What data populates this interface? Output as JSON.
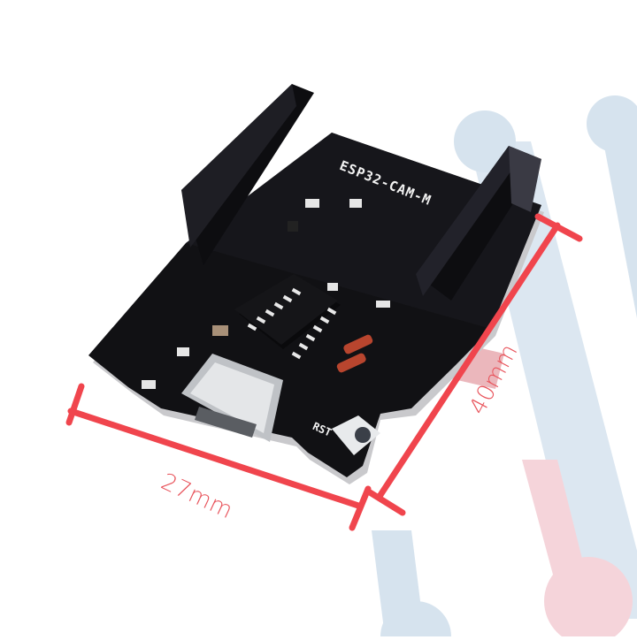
{
  "photo": {
    "subject": "ESP32-CAM-MB programmer board",
    "board": {
      "silkscreen_title": "ESP32-CAM-M",
      "button_label": "RST",
      "board_color": "#111114",
      "components": [
        "female pin headers x2",
        "SOIC-16 USB-serial IC",
        "micro-USB connector",
        "2 glass diodes",
        "SMD capacitors/resistors",
        "RST button"
      ]
    },
    "dimensions": {
      "width_label": "27mm",
      "length_label": "40mm",
      "line_color": "#f0454d"
    },
    "watermark": {
      "blue_color": "#d6e3ee",
      "pink_color": "#f5d4da"
    }
  }
}
